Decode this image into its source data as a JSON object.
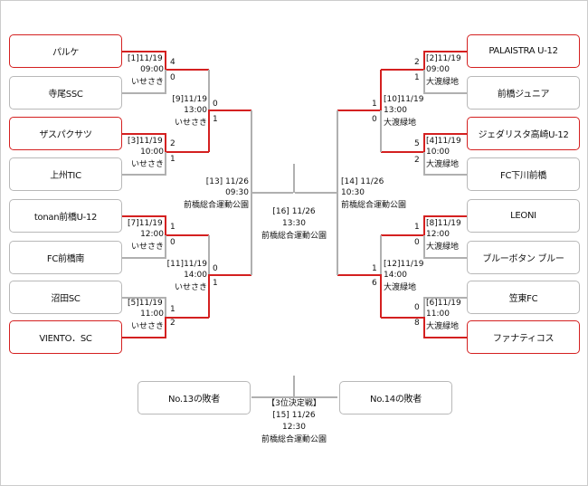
{
  "colors": {
    "win_line": "#d42020",
    "line": "#b0b0b0",
    "box_border": "#b8b8b8"
  },
  "teams": {
    "left": [
      "パルケ",
      "寺尾SSC",
      "ザスパクサツ",
      "上州TIC",
      "tonan前橋U-12",
      "FC前橋南",
      "沼田SC",
      "VIENTO．SC"
    ],
    "right": [
      "PALAISTRA U-12",
      "前橋ジュニア",
      "ジェダリスタ高崎U-12",
      "FC下川前橋",
      "LEONI",
      "ブルーボタン ブルー",
      "笠東FC",
      "ファナティコス"
    ]
  },
  "matches": {
    "m1": {
      "no": "[1]",
      "date": "11/19",
      "time": "09:00",
      "venue": "いせさき",
      "score_top": "4",
      "score_bottom": "0"
    },
    "m3": {
      "no": "[3]",
      "date": "11/19",
      "time": "10:00",
      "venue": "いせさき",
      "score_top": "2",
      "score_bottom": "1"
    },
    "m7": {
      "no": "[7]",
      "date": "11/19",
      "time": "12:00",
      "venue": "いせさき",
      "score_top": "1",
      "score_bottom": "0"
    },
    "m5": {
      "no": "[5]",
      "date": "11/19",
      "time": "11:00",
      "venue": "いせさき",
      "score_top": "1",
      "score_bottom": "2"
    },
    "m9": {
      "no": "[9]",
      "date": "11/19",
      "time": "13:00",
      "venue": "いせさき",
      "score_top": "0",
      "score_bottom": "1"
    },
    "m11": {
      "no": "[11]",
      "date": "11/19",
      "time": "14:00",
      "venue": "いせさき",
      "score_top": "0",
      "score_bottom": "1"
    },
    "m13": {
      "no": "[13]",
      "date": "11/26",
      "time": "09:30",
      "venue": "前橋総合運動公園"
    },
    "m2": {
      "no": "[2]",
      "date": "11/19",
      "time": "09:00",
      "venue": "大渡緑地",
      "score_top": "2",
      "score_bottom": "1"
    },
    "m4": {
      "no": "[4]",
      "date": "11/19",
      "time": "10:00",
      "venue": "大渡緑地",
      "score_top": "5",
      "score_bottom": "2"
    },
    "m8": {
      "no": "[8]",
      "date": "11/19",
      "time": "12:00",
      "venue": "大渡緑地",
      "score_top": "1",
      "score_bottom": "0"
    },
    "m6": {
      "no": "[6]",
      "date": "11/19",
      "time": "11:00",
      "venue": "大渡緑地",
      "score_top": "0",
      "score_bottom": "8"
    },
    "m10": {
      "no": "[10]",
      "date": "11/19",
      "time": "13:00",
      "venue": "大渡緑地",
      "score_top": "1",
      "score_bottom": "0"
    },
    "m12": {
      "no": "[12]",
      "date": "11/19",
      "time": "14:00",
      "venue": "大渡緑地",
      "score_top": "1",
      "score_bottom": "6"
    },
    "m14": {
      "no": "[14]",
      "date": "11/26",
      "time": "10:30",
      "venue": "前橋総合運動公園"
    },
    "m16": {
      "no": "[16]",
      "date": "11/26",
      "time": "13:30",
      "venue": "前橋総合運動公園"
    },
    "m15": {
      "title": "【3位決定戦】",
      "no": "[15]",
      "date": "11/26",
      "time": "12:30",
      "venue": "前橋総合運動公園"
    }
  },
  "third_place": {
    "left_team": "No.13の敗者",
    "right_team": "No.14の敗者"
  }
}
